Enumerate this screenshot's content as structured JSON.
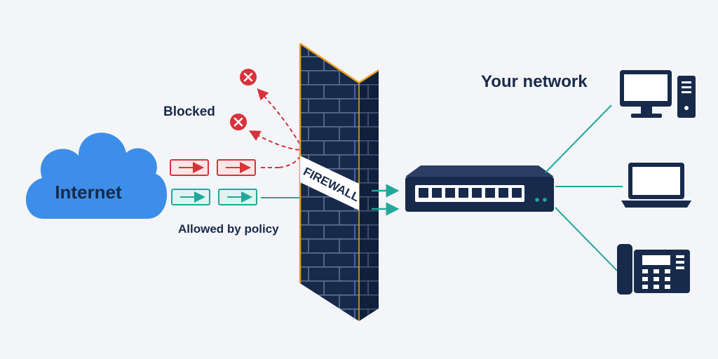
{
  "nodes": {
    "internet": "Internet",
    "firewall": "FIREWALL",
    "network": "Your network"
  },
  "labels": {
    "blocked": "Blocked",
    "allowed": "Allowed by policy"
  },
  "icons": {
    "cloud": "cloud-icon",
    "blocked_marker": "x-circle-icon",
    "switch": "network-switch-icon",
    "desktop": "desktop-computer-icon",
    "laptop": "laptop-icon",
    "phone": "desk-phone-icon"
  },
  "colors": {
    "background": "#f3f5f8",
    "cloud": "#3d8ee8",
    "navy": "#172a4b",
    "blocked": "#d8323a",
    "allowed": "#22a89a",
    "firewall_edge": "#f0a020"
  }
}
